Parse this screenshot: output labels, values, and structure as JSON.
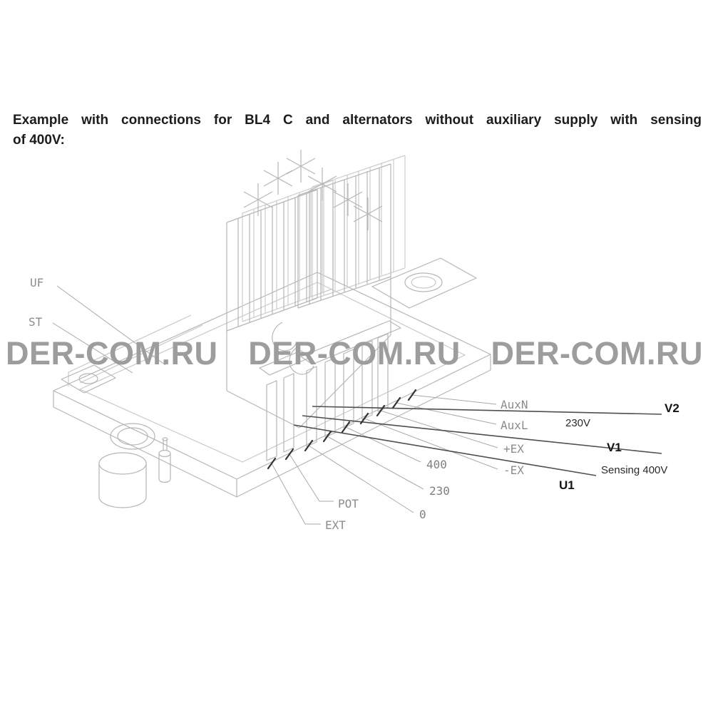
{
  "caption": {
    "line1": "Example with connections for BL4 C and alternators without auxiliary supply with sensing",
    "line2": "of 400V:"
  },
  "watermark": {
    "text": "DER-COM.RU"
  },
  "diagram": {
    "device_labels": {
      "uf": "UF",
      "st": "ST"
    },
    "terminal_labels": {
      "auxn": "AuxN",
      "auxl": "AuxL",
      "plus_ex": "+EX",
      "minus_ex": "-EX",
      "v400": "400",
      "v230": "230",
      "zero": "0",
      "pot": "POT",
      "ext": "EXT"
    },
    "wire_labels": {
      "v2": "V2",
      "v1": "V1",
      "u1": "U1",
      "voltage_230": "230V",
      "sensing": "Sensing 400V"
    },
    "colors": {
      "drawing_line": "#b6b6b6",
      "drawing_line_light": "#cdcdcd",
      "wire_line": "#4f4f4f",
      "leader_line": "#aaaaaa",
      "tick_mark": "#333333",
      "label_gray": "#8c8c8c",
      "label_dark": "#141414",
      "watermark_gray": "#9d9d9d",
      "caption_color": "#1c1c1c"
    }
  }
}
